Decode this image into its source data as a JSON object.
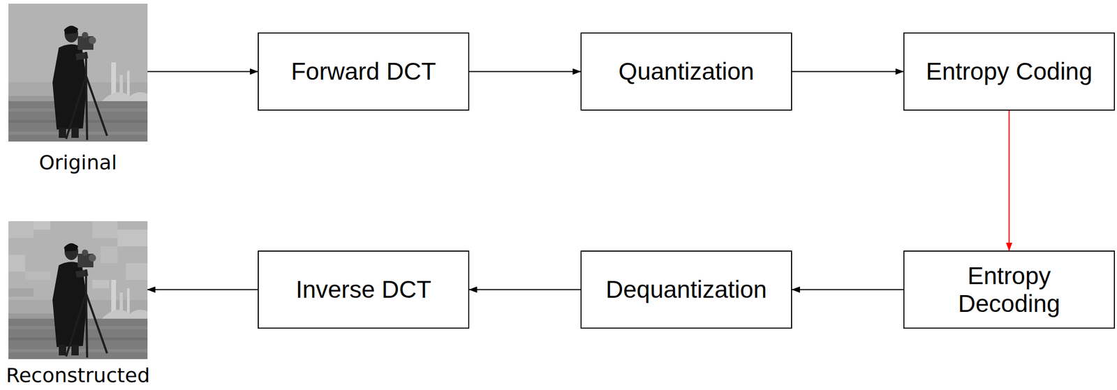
{
  "diagram": {
    "nodes": [
      {
        "text": [
          "Original"
        ]
      },
      {
        "text": [
          "Forward DCT"
        ]
      },
      {
        "text": [
          "Quantization"
        ]
      },
      {
        "text": [
          "Entropy Coding"
        ]
      },
      {
        "text": [
          "Entropy Decoding"
        ]
      },
      {
        "text": [
          "Dequantization"
        ]
      },
      {
        "text": [
          "Inverse DCT"
        ]
      },
      {
        "text": [
          "Reconstructed"
        ]
      }
    ],
    "edges": [
      {
        "from": 0,
        "to": 1,
        "arrow": "to"
      },
      {
        "from": 1,
        "to": 2,
        "arrow": "to"
      },
      {
        "from": 2,
        "to": 3,
        "arrow": "to"
      },
      {
        "from": 3,
        "to": 4,
        "arrow": "to"
      },
      {
        "from": 4,
        "to": 5,
        "arrow": "to"
      },
      {
        "from": 5,
        "to": 6,
        "arrow": "to"
      },
      {
        "from": 6,
        "to": 7,
        "arrow": "to"
      }
    ]
  }
}
